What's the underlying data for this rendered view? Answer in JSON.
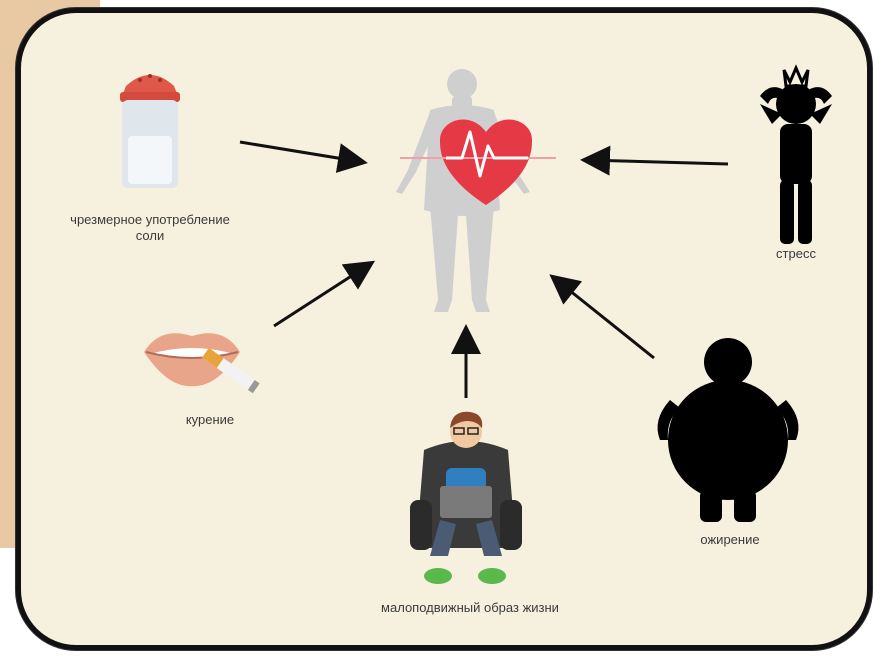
{
  "factors": {
    "salt": "чрезмерное употребление\nсоли",
    "stress": "стресс",
    "smoking": "курение",
    "obesity": "ожирение",
    "sedentary": "малоподвижный образ жизни"
  },
  "colors": {
    "background": "#f6f0df",
    "frame": "#111111",
    "heart": "#e63946",
    "body": "#c9c9c9",
    "silhouette": "#000000"
  }
}
